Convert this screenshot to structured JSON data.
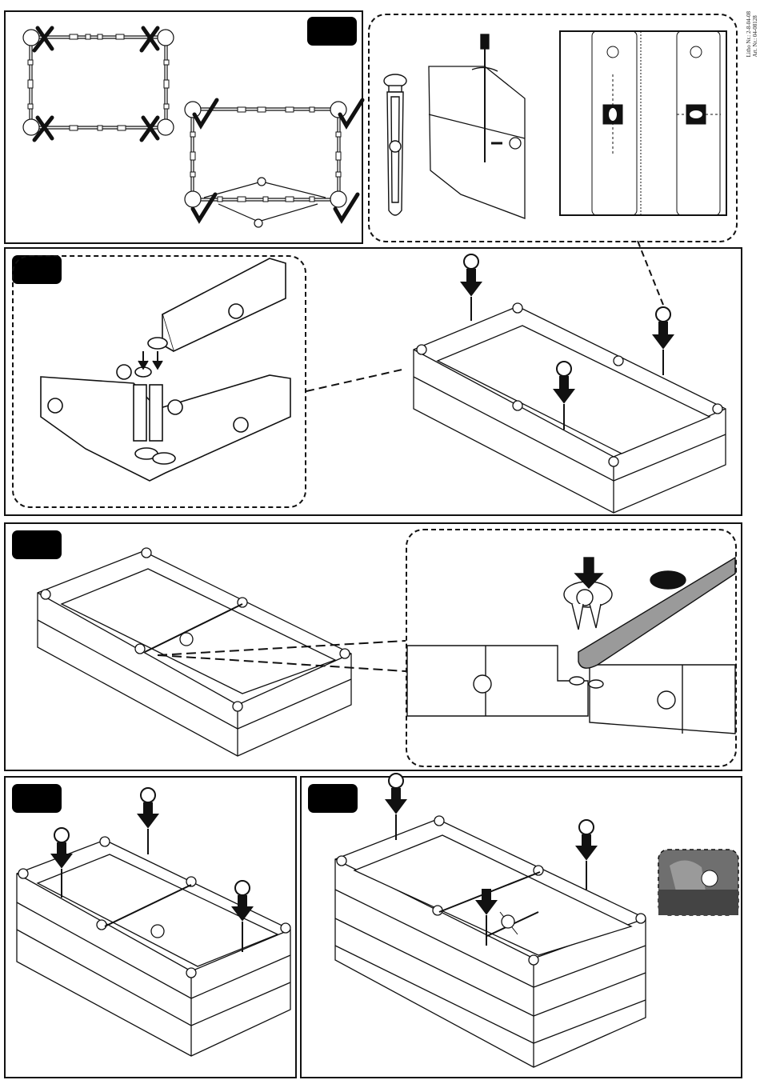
{
  "side_note": {
    "line1": "Litho Nr.: 2-8-04-08",
    "line2": "Art. Nr.: 04-08128"
  },
  "steps": [
    {
      "id": "step-1"
    },
    {
      "id": "step-2"
    },
    {
      "id": "step-3"
    },
    {
      "id": "step-4"
    },
    {
      "id": "step-5"
    }
  ],
  "marks": {
    "wrong": "✗",
    "right": "✓"
  },
  "colors": {
    "ink": "#111111",
    "paper": "#ffffff",
    "photo": "#6f6f6f"
  }
}
